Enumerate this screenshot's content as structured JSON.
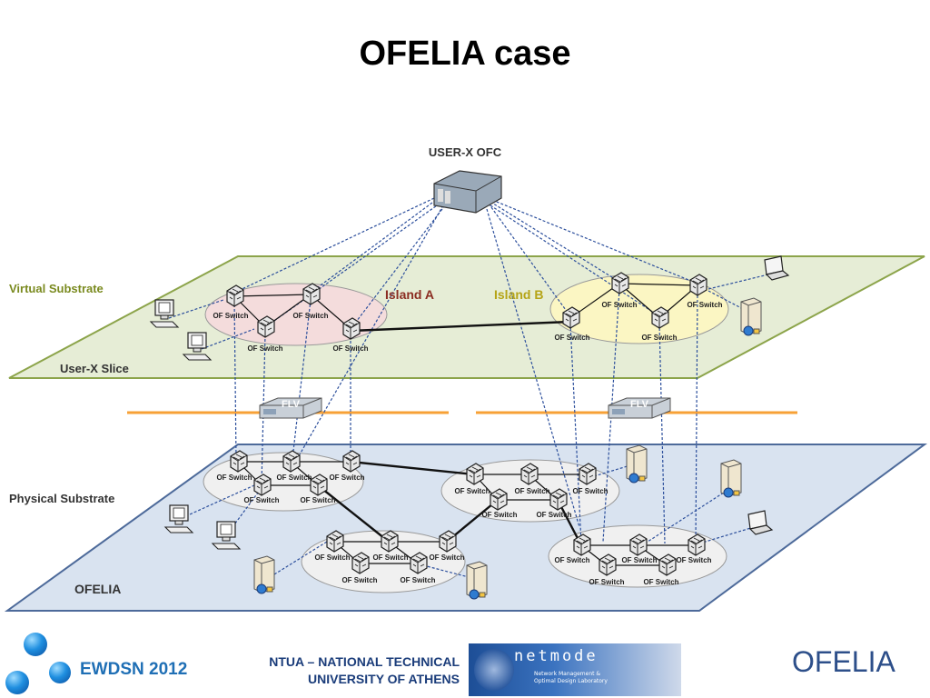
{
  "title": "OFELIA case",
  "colors": {
    "virtual_plane": "#e6edd6",
    "physical_plane": "#d9e3f0",
    "island_a": "#f4dcdc",
    "island_b": "#fbf6c3",
    "flv_line": "#f7a136",
    "label_green": "#7a8a1f",
    "label_red": "#8b2d22",
    "label_gold": "#b5a416",
    "link_blue": "#2c4f9c"
  },
  "icons": [
    "server-icon",
    "switch-icon",
    "desktop-icon",
    "laptop-icon",
    "flowvisor-icon",
    "globe-server-icon"
  ],
  "diagram": {
    "controller_label": "USER-X OFC",
    "virtual_substrate_label": "Virtual Substrate",
    "slice_label": "User-X Slice",
    "island_a_label": "Island A",
    "island_b_label": "Island B",
    "flv_label": "FLV",
    "switch_label": "OF Switch",
    "physical_substrate_label": "Physical Substrate",
    "ofelia_label": "OFELIA"
  },
  "footer": {
    "conference": "EWDSN 2012",
    "university_line1": "NTUA – NATIONAL TECHNICAL",
    "university_line2": "UNIVERSITY OF ATHENS",
    "lab_logo": "netmode",
    "lab_line1": "Network Management &",
    "lab_line2": "Optimal Design Laboratory",
    "project_logo": "OFELIA"
  }
}
